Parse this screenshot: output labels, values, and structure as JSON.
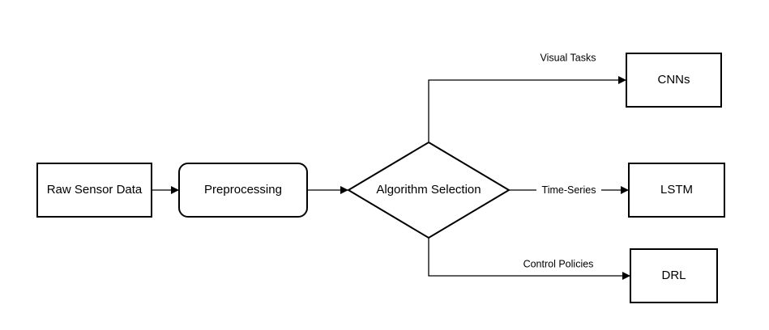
{
  "nodes": {
    "raw": {
      "label": "Raw Sensor Data"
    },
    "pre": {
      "label": "Preprocessing"
    },
    "alg": {
      "label": "Algorithm Selection"
    },
    "cnn": {
      "label": "CNNs"
    },
    "lstm": {
      "label": "LSTM"
    },
    "drl": {
      "label": "DRL"
    }
  },
  "edges": {
    "visual": {
      "label": "Visual Tasks"
    },
    "timeseries": {
      "label": "Time-Series"
    },
    "control": {
      "label": "Control Policies"
    }
  },
  "colors": {
    "stroke": "#000000",
    "fill": "#ffffff"
  }
}
